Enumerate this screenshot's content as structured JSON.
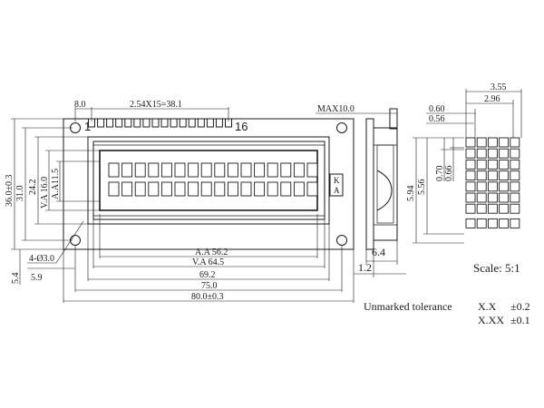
{
  "front_view": {
    "pin_pitch_label": "2.54X15=38.1",
    "pin_offset_label": "8.0",
    "pin_first_label": "1",
    "pin_last_label": "16",
    "height_outer_label": "36.0±0.3",
    "height_pcb_label": "31.0",
    "height_va_outer_label": "24.2",
    "height_va_label": "V.A 16.0",
    "height_aa_label": "A.A11.5",
    "hole_label": "4-Ø3.0",
    "hole_y_label": "5.4",
    "hole_x_label": "5.9",
    "width_aa_label": "A.A 56.2",
    "width_va_label": "V.A 64.5",
    "width_692_label": "69.2",
    "width_75_label": "75.0",
    "width_80_label": "80.0±0.3",
    "display_rows": 2,
    "display_cols": 16
  },
  "side_view": {
    "max_label": "MAX10.0",
    "depth_label": "6.4",
    "pcb_label": "1.2"
  },
  "detail_view": {
    "width_355_label": "3.55",
    "width_296_label": "2.96",
    "dot_060_label": "0.60",
    "dot_056_label": "0.56",
    "h_594_label": "5.94",
    "h_556_label": "5.56",
    "h_070_label": "0.70",
    "h_066_label": "0.66",
    "scale_label": "Scale: 5:1",
    "matrix_rows": 7,
    "matrix_cols": 5
  },
  "tolerance": {
    "heading": "Unmarked tolerance",
    "row1_format": "X.X",
    "row1_value": "±0.2",
    "row2_format": "X.XX",
    "row2_value": "±0.1"
  }
}
